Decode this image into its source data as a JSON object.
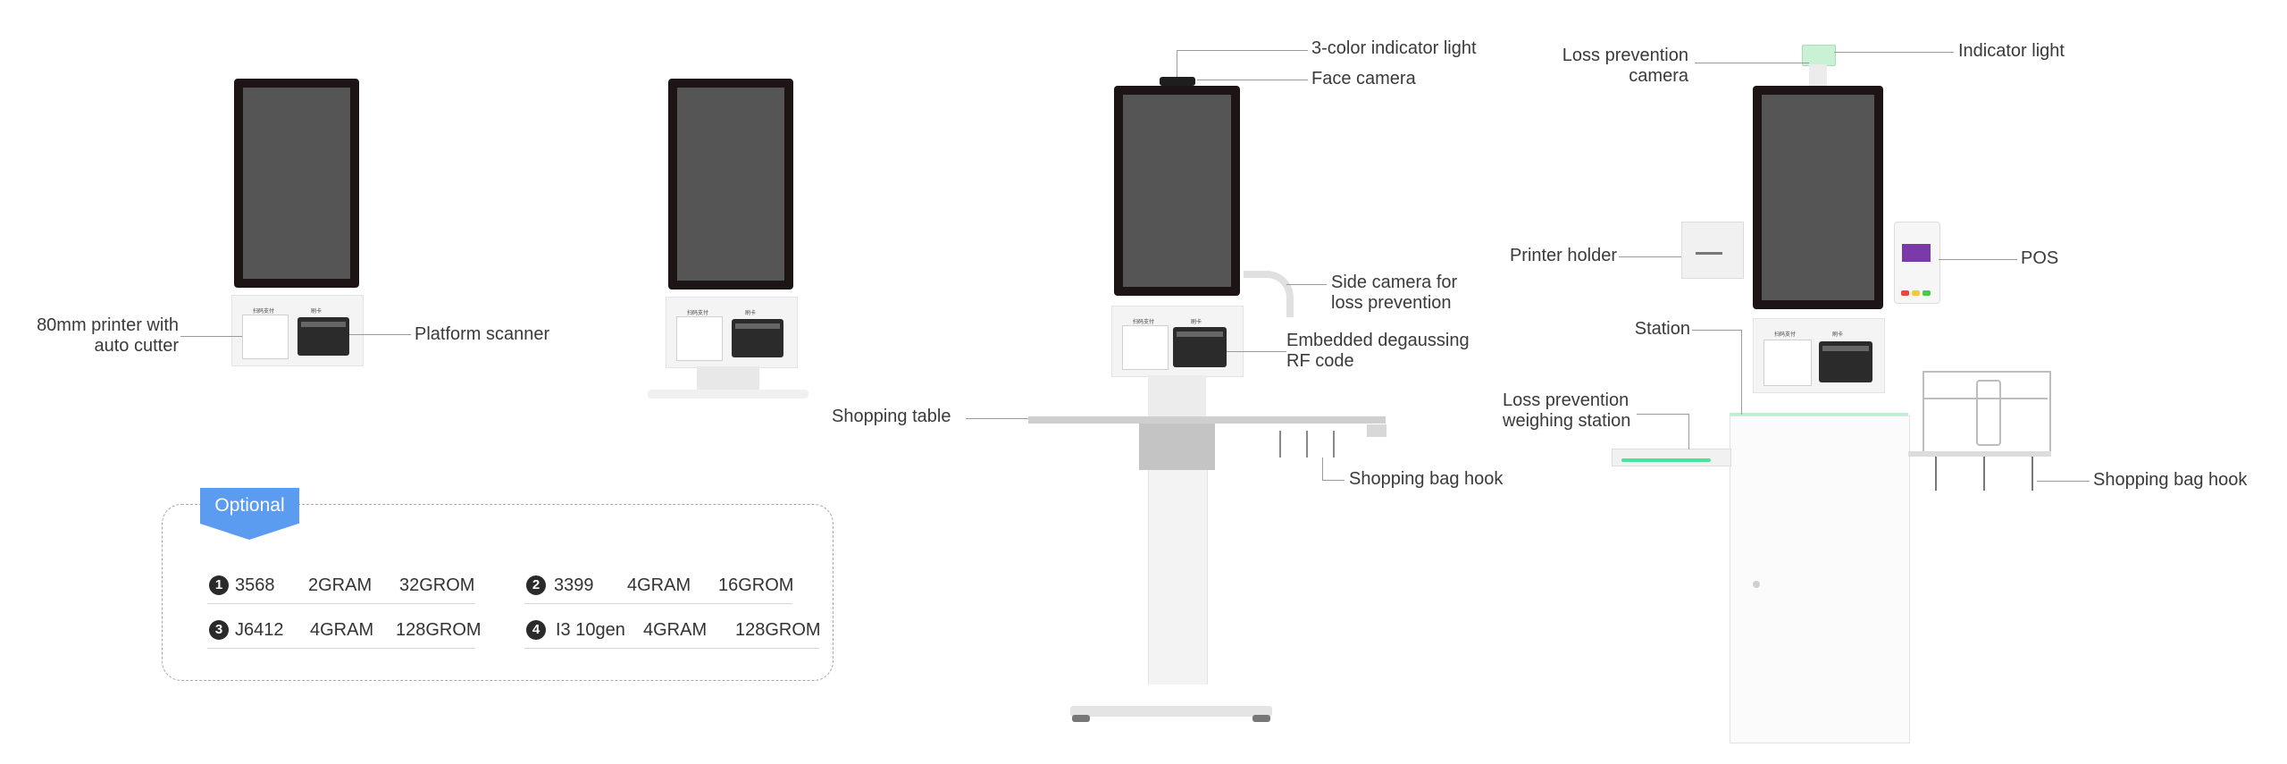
{
  "labels": {
    "printer": "80mm printer with\nauto cutter",
    "platform_scanner": "Platform scanner",
    "indicator_3color": "3-color indicator light",
    "face_camera": "Face camera",
    "side_camera": "Side camera for\nloss prevention",
    "degaussing": "Embedded degaussing\nRF code",
    "shopping_table": "Shopping table",
    "bag_hook_1": "Shopping bag hook",
    "loss_camera": "Loss prevention\ncamera",
    "indicator_light": "Indicator light",
    "printer_holder": "Printer holder",
    "pos": "POS",
    "station": "Station",
    "weighing_station": "Loss prevention\nweighing station",
    "bag_hook_2": "Shopping bag hook"
  },
  "panel_text": {
    "left": "扫码支付",
    "right": "刷卡"
  },
  "optional": {
    "tag": "Optional",
    "rows": [
      {
        "num": "1",
        "cpu": "3568",
        "ram": "2GRAM",
        "rom": "32GROM"
      },
      {
        "num": "2",
        "cpu": "3399",
        "ram": "4GRAM",
        "rom": "16GROM"
      },
      {
        "num": "3",
        "cpu": "J6412",
        "ram": "4GRAM",
        "rom": "128GROM"
      },
      {
        "num": "4",
        "cpu": "I3 10gen",
        "ram": "4GRAM",
        "rom": "128GROM"
      }
    ]
  },
  "colors": {
    "accent": "#5b9bf0",
    "screen": "#555555",
    "indicator_green": "#c9f1d3",
    "pos_screen": "#7a3aa8"
  }
}
